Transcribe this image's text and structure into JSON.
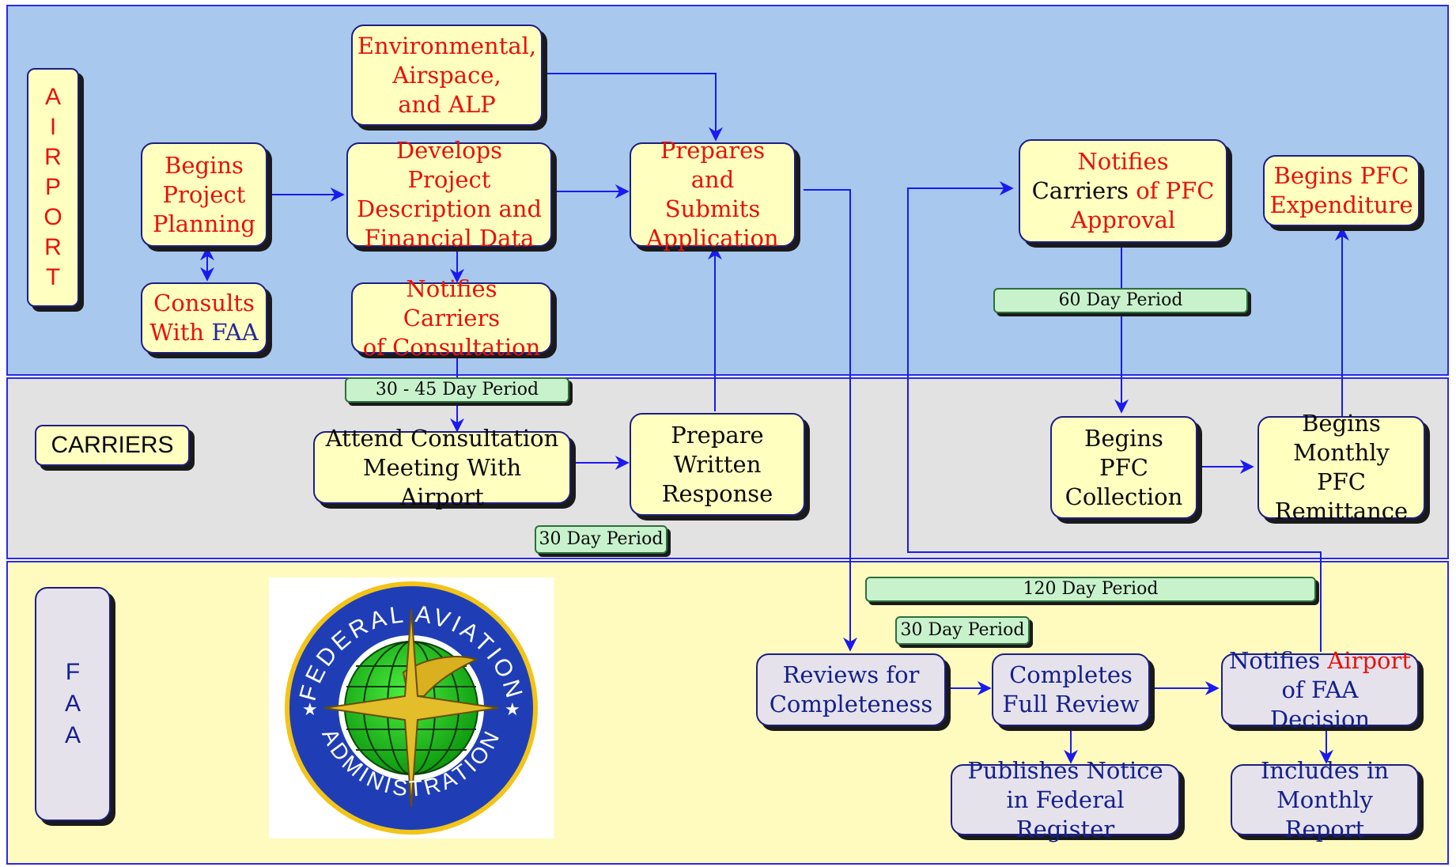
{
  "lanes": {
    "airport": [
      "A",
      "I",
      "R",
      "P",
      "O",
      "R",
      "T"
    ],
    "carriers": "CARRIERS",
    "faa": [
      "F",
      "A",
      "A"
    ]
  },
  "airport_boxes": {
    "environmental": [
      "Environmental,",
      "Airspace,",
      "and ALP"
    ],
    "begins_planning": [
      "Begins",
      "Project",
      "Planning"
    ],
    "develops": [
      "Develops Project",
      "Description and",
      "Financial Data"
    ],
    "prepares": [
      "Prepares and",
      "Submits",
      "Application"
    ],
    "notifies_pfc": {
      "line1": "Notifies",
      "line2_a": "Carriers ",
      "line2_b": "of PFC",
      "line3": "Approval"
    },
    "begins_expenditure": [
      "Begins PFC",
      "Expenditure"
    ],
    "consults": {
      "line1": "Consults",
      "line2_a": "With ",
      "line2_b": "FAA"
    },
    "notifies_consultation": [
      "Notifies Carriers",
      "of Consultation"
    ]
  },
  "carrier_boxes": {
    "attend": [
      "Attend Consultation",
      "Meeting With Airport"
    ],
    "prepare_written": [
      "Prepare",
      "Written",
      "Response"
    ],
    "begins_collection": [
      "Begins",
      "PFC",
      "Collection"
    ],
    "begins_remittance": [
      "Begins",
      "Monthly PFC",
      "Remittance"
    ]
  },
  "faa_boxes": {
    "reviews": [
      "Reviews for",
      "Completeness"
    ],
    "completes": [
      "Completes",
      "Full Review"
    ],
    "notifies_airport": {
      "line1_a": "Notifies ",
      "line1_b": "Airport",
      "line2": "of FAA Decision"
    },
    "publishes": [
      "Publishes Notice",
      "in Federal Register"
    ],
    "includes": [
      "Includes in",
      "Monthly Report"
    ]
  },
  "periods": {
    "p60": "60 Day Period",
    "p30_45": "30 - 45  Day Period",
    "p30_carriers": "30 Day Period",
    "p120": "120 Day Period",
    "p30_faa": "30 Day Period"
  },
  "seal": {
    "top_text": "FEDERAL AVIATION",
    "bottom_text": "ADMINISTRATION"
  },
  "colors": {
    "airport_lane": "#a8c8ee",
    "carriers_lane": "#e2e2e2",
    "faa_lane": "#fffbbf",
    "box_yellow": "#ffffc0",
    "box_gray": "#e5e2ec",
    "period_green": "#c8f2cc",
    "arrow_blue": "#1a1aee",
    "text_red": "#e8120a",
    "text_navy": "#15208a"
  }
}
